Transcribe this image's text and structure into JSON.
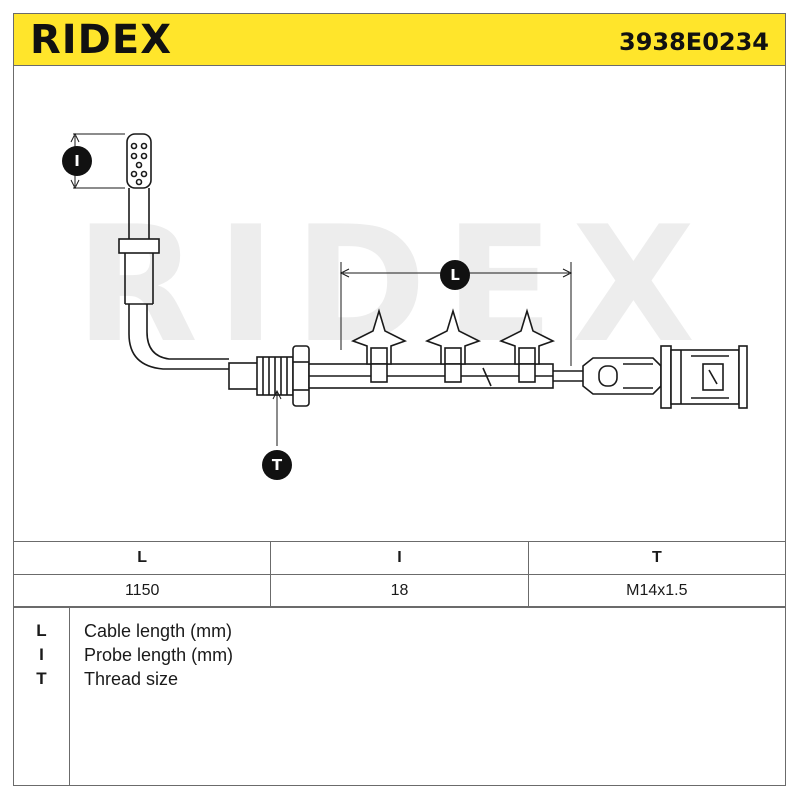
{
  "header": {
    "brand": "RIDEX",
    "part_number": "3938E0234",
    "background_color": "#ffe52b"
  },
  "drawing": {
    "watermark": "RIDEX",
    "badges": {
      "probe": "I",
      "cable": "L",
      "thread": "T"
    }
  },
  "dimensions": {
    "headers": [
      "L",
      "I",
      "T"
    ],
    "values": [
      "1150",
      "18",
      "M14x1.5"
    ]
  },
  "legend": [
    {
      "key": "L",
      "label": "Cable length (mm)"
    },
    {
      "key": "I",
      "label": "Probe length (mm)"
    },
    {
      "key": "T",
      "label": "Thread size"
    }
  ]
}
